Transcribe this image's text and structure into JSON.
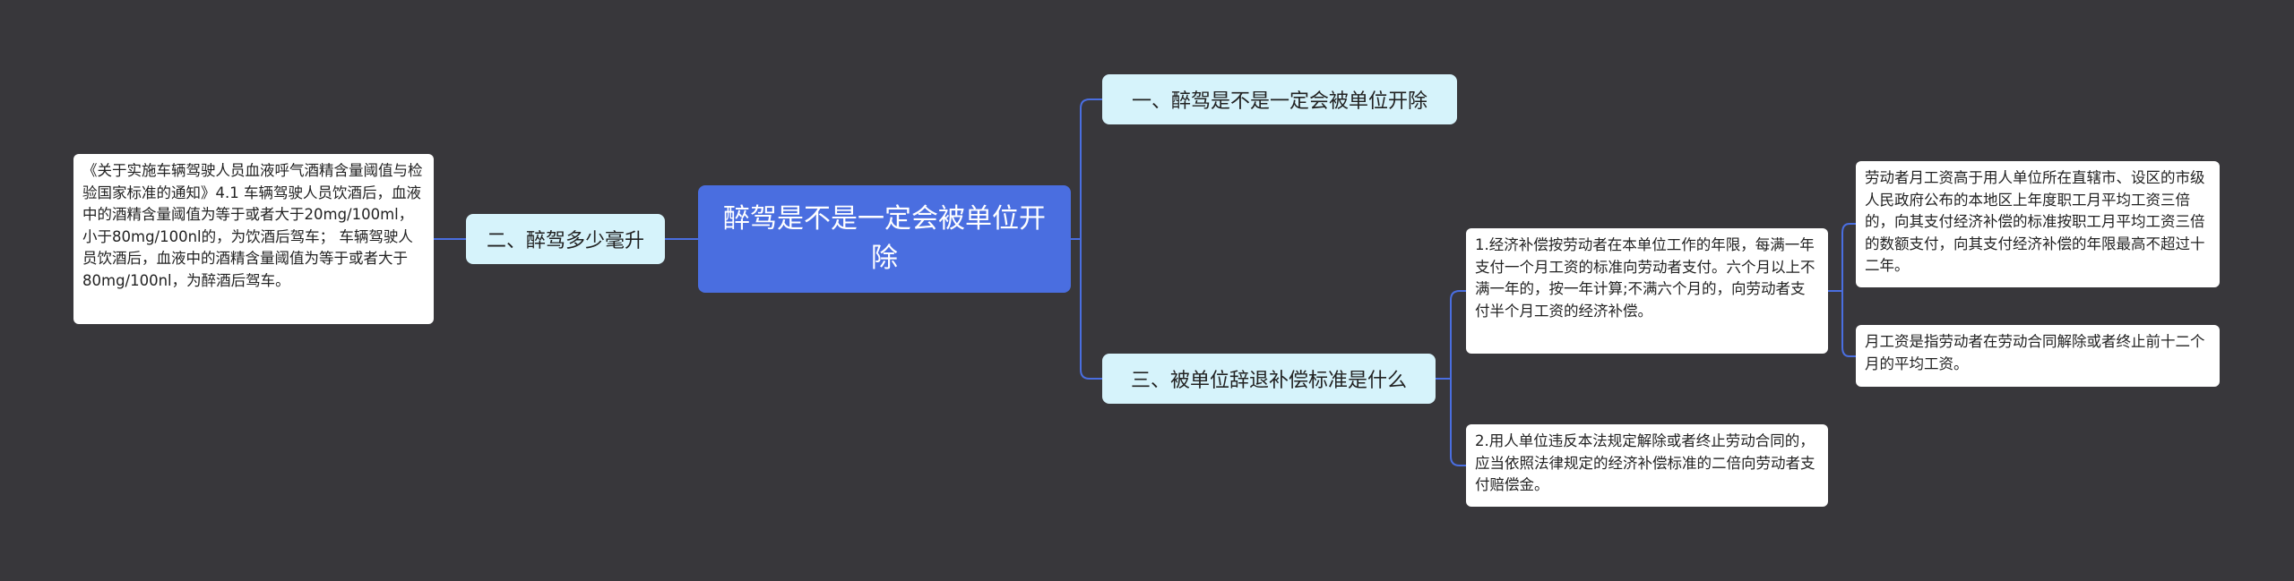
{
  "colors": {
    "background": "#38373b",
    "root_fill": "#4a6ee0",
    "branch_fill": "#d6f3fb",
    "leaf_fill": "#ffffff",
    "connector": "#4a6ee0"
  },
  "root": {
    "label": "醉驾是不是一定会被单位开除"
  },
  "branches": [
    {
      "label": "一、醉驾是不是一定会被单位开除"
    },
    {
      "label": "二、醉驾多少毫升",
      "detail": "《关于实施车辆驾驶人员血液呼气酒精含量阈值与检验国家标准的通知》4.1 车辆驾驶人员饮酒后，血液中的酒精含量阈值为等于或者大于20mg/100ml，小于80mg/100nl的，为饮酒后驾车； 车辆驾驶人员饮酒后，血液中的酒精含量阈值为等于或者大于80mg/100nl，为醉酒后驾车。"
    },
    {
      "label": "三、被单位辞退补偿标准是什么",
      "children": [
        {
          "text": "1.经济补偿按劳动者在本单位工作的年限，每满一年支付一个月工资的标准向劳动者支付。六个月以上不满一年的，按一年计算;不满六个月的，向劳动者支付半个月工资的经济补偿。",
          "children": [
            {
              "text": "劳动者月工资高于用人单位所在直辖市、设区的市级人民政府公布的本地区上年度职工月平均工资三倍的，向其支付经济补偿的标准按职工月平均工资三倍的数额支付，向其支付经济补偿的年限最高不超过十二年。"
            },
            {
              "text": "月工资是指劳动者在劳动合同解除或者终止前十二个月的平均工资。"
            }
          ]
        },
        {
          "text": "2.用人单位违反本法规定解除或者终止劳动合同的，应当依照法律规定的经济补偿标准的二倍向劳动者支付赔偿金。"
        }
      ]
    }
  ]
}
